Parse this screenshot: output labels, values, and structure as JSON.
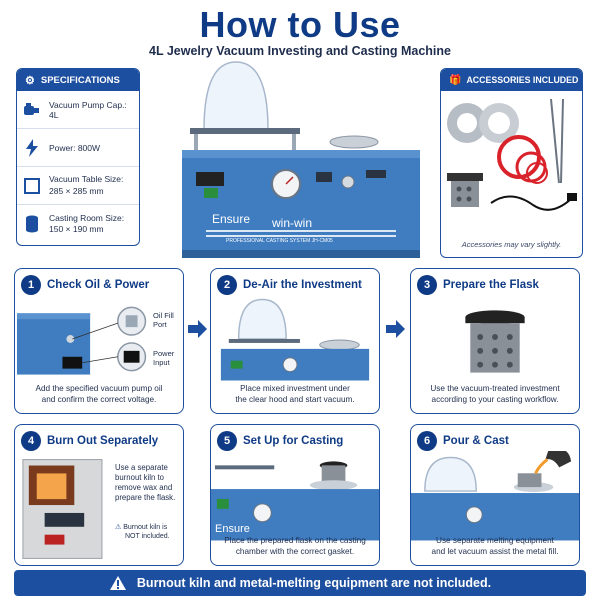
{
  "header": {
    "title": "How to Use",
    "subtitle": "4L Jewelry Vacuum Investing and Casting Machine"
  },
  "specs": {
    "heading": "SPECIFICATIONS",
    "items": [
      {
        "icon": "pump-icon",
        "text": "Vacuum Pump Cap.: 4L"
      },
      {
        "icon": "lightning-icon",
        "text": "Power: 800W"
      },
      {
        "icon": "square-icon",
        "line1": "Vacuum Table Size:",
        "line2": "285 × 285 mm"
      },
      {
        "icon": "cylinder-icon",
        "line1": "Casting Room Size:",
        "line2": "150 × 190 mm"
      }
    ]
  },
  "hero": {
    "brand_left": "Ensure",
    "brand_right": "win-win",
    "system_label": "PROFESSIONAL CASTING SYSTEM JH-CM05"
  },
  "accessories": {
    "heading": "ACCESSORIES INCLUDED",
    "note": "Accessories may vary slightly."
  },
  "steps": [
    {
      "num": "1",
      "title": "Check Oil & Power",
      "label_a": "Oil Fill",
      "label_a2": "Port",
      "label_b": "Power",
      "label_b2": "Input",
      "desc1": "Add the specified vacuum pump oil",
      "desc2": "and confirm the correct voltage."
    },
    {
      "num": "2",
      "title": "De-Air the Investment",
      "desc1": "Place mixed investment under",
      "desc2": "the clear hood and start vacuum."
    },
    {
      "num": "3",
      "title": "Prepare the Flask",
      "desc1": "Use the vacuum-treated investment",
      "desc2": "according to your casting workflow."
    },
    {
      "num": "4",
      "title": "Burn Out Separately",
      "note1": "Use a separate",
      "note2": "burnout kiln to",
      "note3": "remove wax and",
      "note4": "prepare the flask.",
      "warn1": "Burnout kiln is",
      "warn2": "NOT included."
    },
    {
      "num": "5",
      "title": "Set Up for Casting",
      "brand": "Ensure",
      "desc1": "Place the prepared flask on the casting",
      "desc2": "chamber with the correct gasket."
    },
    {
      "num": "6",
      "title": "Pour & Cast",
      "desc1": "Use separate melting equipment",
      "desc2": "and let vacuum assist the metal fill."
    }
  ],
  "banner": {
    "text": "Burnout kiln and metal-melting equipment are not included."
  },
  "colors": {
    "brand_blue": "#1d4fa0",
    "title_navy": "#0f3a85",
    "machine_blue": "#3f7cc0"
  }
}
